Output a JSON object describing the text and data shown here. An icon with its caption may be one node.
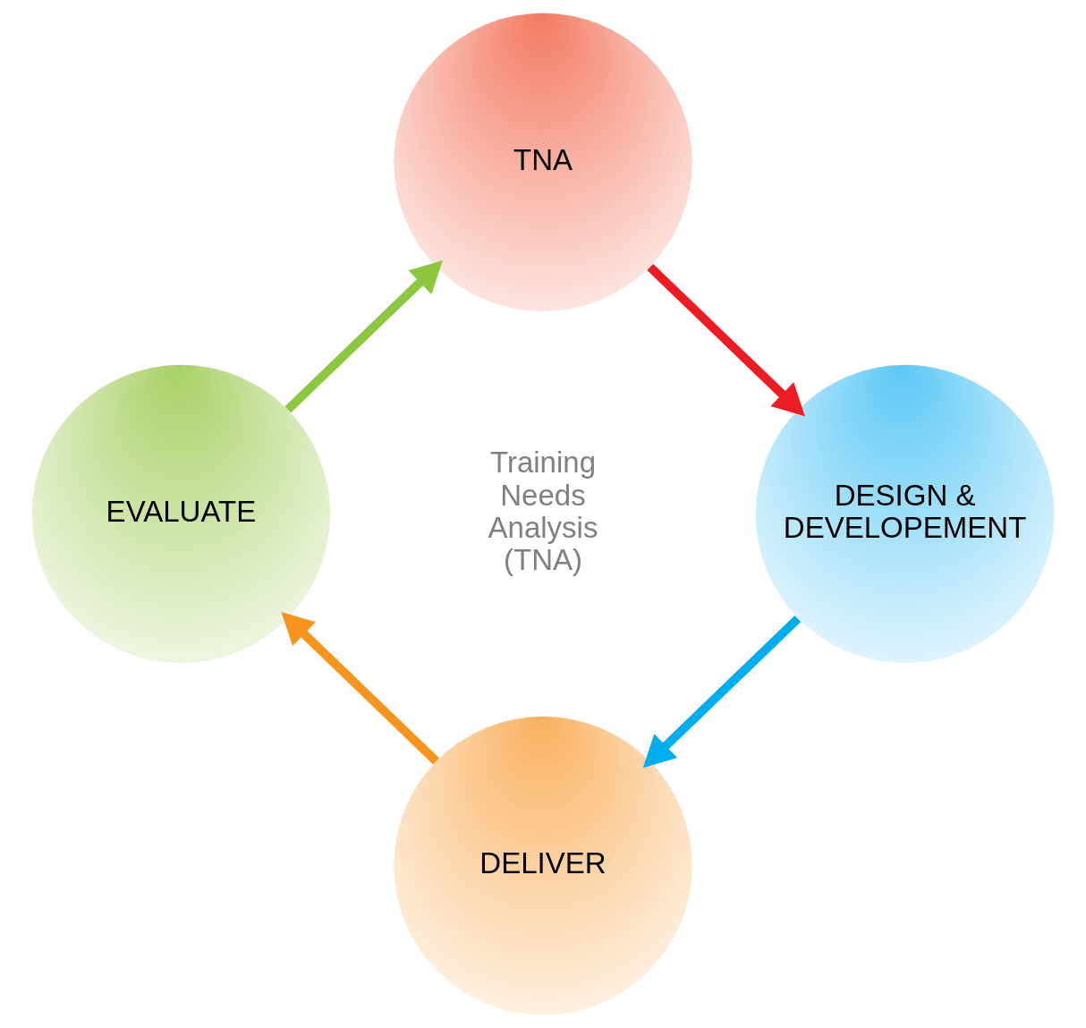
{
  "diagram": {
    "nodes": [
      {
        "text": [
          "TNA"
        ]
      },
      {
        "text": [
          "DESIGN & DEVELOPEMENT"
        ]
      },
      {
        "text": [
          "DELIVER"
        ]
      },
      {
        "text": [
          "EVALUATE"
        ]
      }
    ],
    "edges": [
      {
        "from": 0,
        "to": 1,
        "arrow": "to",
        "color": "#ed1c24"
      },
      {
        "from": 1,
        "to": 2,
        "arrow": "to",
        "color": "#00aeef"
      },
      {
        "from": 2,
        "to": 3,
        "arrow": "to",
        "color": "#f7941d"
      },
      {
        "from": 3,
        "to": 0,
        "arrow": "to",
        "color": "#8dc63f"
      }
    ],
    "labels": [
      "Training Needs Analysis (TNA)"
    ]
  }
}
